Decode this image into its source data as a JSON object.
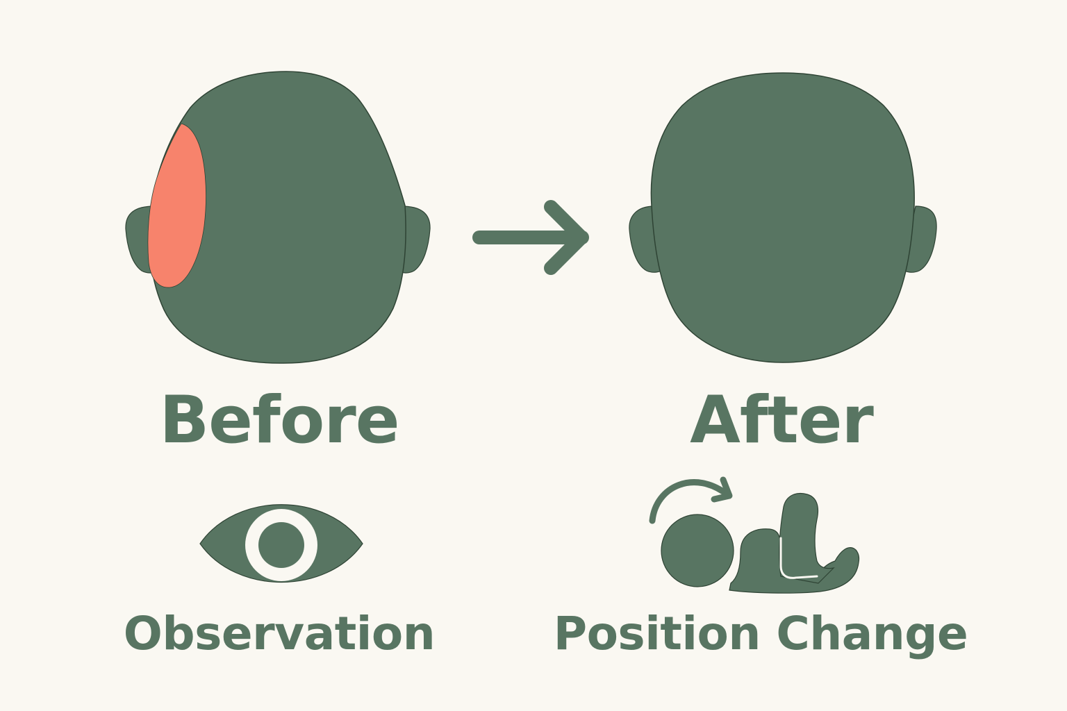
{
  "colors": {
    "background": "#faf8f2",
    "primary": "#587562",
    "outline": "#2e4334",
    "highlight": "#f7836c",
    "inner": "#faf8f2"
  },
  "before": {
    "label": "Before",
    "icon": "flat-head-icon"
  },
  "after": {
    "label": "After",
    "icon": "round-head-icon"
  },
  "transition": {
    "icon": "right-arrow-icon"
  },
  "steps": [
    {
      "label": "Observation",
      "icon": "eye-icon"
    },
    {
      "label": "Position Change",
      "icon": "baby-repositioning-icon"
    }
  ]
}
